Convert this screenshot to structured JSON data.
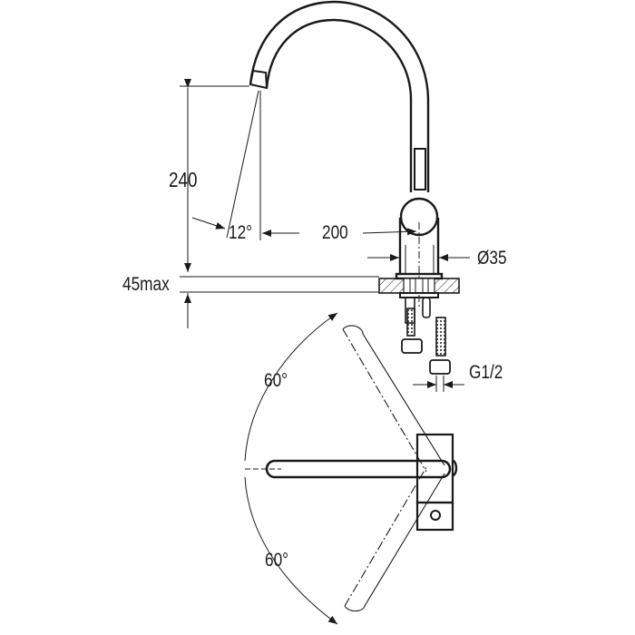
{
  "diagram": {
    "subject": "Kitchen faucet technical drawing",
    "views": [
      "side-elevation",
      "top-view"
    ],
    "line_color": "#1a1a1a",
    "background": "#ffffff"
  },
  "dimensions": {
    "spout_height": "240",
    "spout_reach": "200",
    "spout_angle": "12°",
    "body_diameter": "Ø35",
    "deck_thickness": "45max",
    "connection_thread": "G1/2",
    "swivel_angle_upper": "60°",
    "swivel_angle_lower": "60°"
  }
}
